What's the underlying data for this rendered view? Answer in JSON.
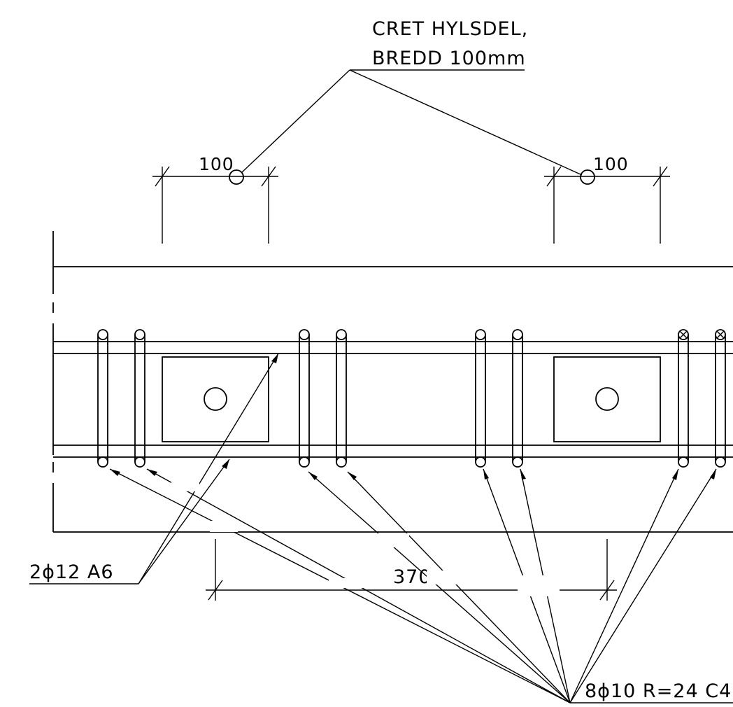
{
  "annotations": {
    "sleeve_line1": "CRET HYLSDEL,",
    "sleeve_line2": "BREDD 100mm",
    "dim_left": "100",
    "dim_right": "100",
    "dim_center": "370",
    "rebar_long": "2ϕ12 A6",
    "rebar_stirrups": "8ϕ10 R=24 C4"
  }
}
